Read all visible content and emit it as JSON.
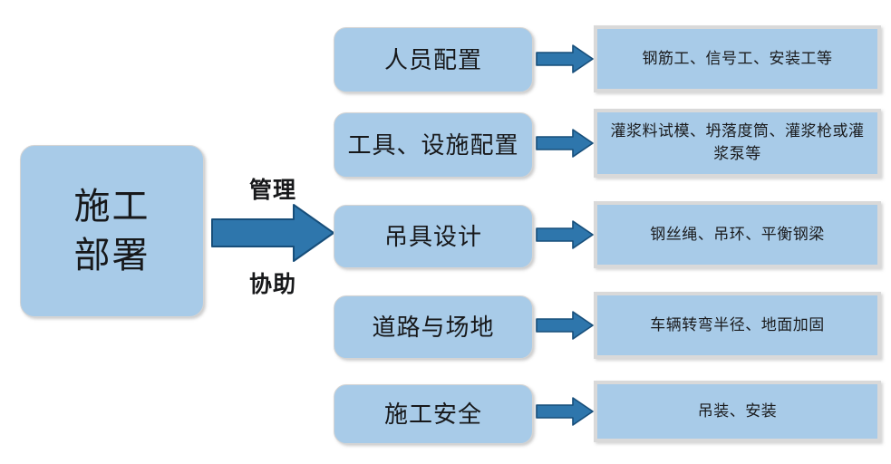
{
  "diagram": {
    "root": {
      "label": "施工\n部署",
      "line1": "施工",
      "line2": "部署"
    },
    "edge_labels": {
      "top": "管理",
      "bottom": "协助"
    },
    "rows": [
      {
        "category": "人员配置",
        "detail": "钢筋工、信号工、安装工等"
      },
      {
        "category": "工具、设施配置",
        "detail": "灌浆料试模、坍落度筒、灌浆枪或灌浆泵等"
      },
      {
        "category": "吊具设计",
        "detail": "钢丝绳、吊环、平衡钢梁"
      },
      {
        "category": "道路与场地",
        "detail": "车辆转弯半径、地面加固"
      },
      {
        "category": "施工安全",
        "detail": "吊装、安装"
      }
    ],
    "colors": {
      "box_fill": "#a8cbe8",
      "box_border": "#d4d4d4",
      "square_border": "#d9d9d9",
      "arrow_fill": "#2e76ac",
      "arrow_stroke": "#1c5party",
      "arrow_outline": "#1d5party",
      "text": "#17181a",
      "background": "#ffffff"
    },
    "icons": {
      "big_arrow": "right-arrow-icon",
      "small_arrow": "right-arrow-icon"
    }
  }
}
